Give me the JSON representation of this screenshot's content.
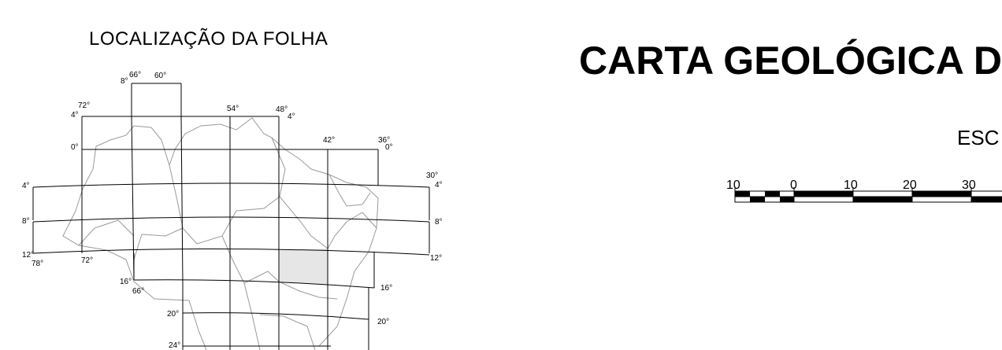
{
  "location_title": "LOCALIZAÇÃO DA FOLHA",
  "main_title": "CARTA GEOLÓGICA D",
  "scale_label": "ESC",
  "scale_ticks": [
    "10",
    "0",
    "10",
    "20",
    "30"
  ],
  "map_labels": {
    "lon_66_top": "66°",
    "lon_60_top": "60°",
    "lat_8_top": "8°",
    "lon_72": "72°",
    "lat_4_nw": "4°",
    "lon_54": "54°",
    "lon_48": "48°",
    "lat_4_ne": "4°",
    "lon_42": "42°",
    "lon_36": "36°",
    "lat_0_e": "0°",
    "lat_0_w": "0°",
    "lon_30": "30°",
    "lat_4_e": "4°",
    "lat_4_w": "4°",
    "lat_8_w": "8°",
    "lat_8_e": "8°",
    "lat_12_w": "12°",
    "lon_78": "78°",
    "lon_72_bottom": "72°",
    "lat_12_e": "12°",
    "lat_16_w": "16°",
    "lon_66_bottom": "66°",
    "lat_16_e": "16°",
    "lat_20_w": "20°",
    "lat_20_e": "20°",
    "lat_24_w": "24°"
  },
  "colors": {
    "grid": "#000000",
    "boundary": "#9a9a9a",
    "highlight": "#e6e6e6"
  }
}
